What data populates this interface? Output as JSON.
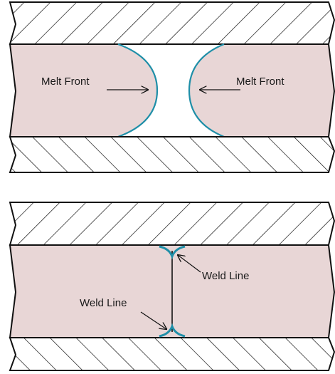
{
  "colors": {
    "melt": "#e8d6d6",
    "wall": "#ffffff",
    "outline": "#111111",
    "front": "#1f8fa8",
    "weld": "#1f8fa8"
  },
  "top_panel": {
    "label_left": "Melt Front",
    "label_right": "Melt Front"
  },
  "bottom_panel": {
    "label_upper": "Weld Line",
    "label_lower": "Weld Line"
  }
}
